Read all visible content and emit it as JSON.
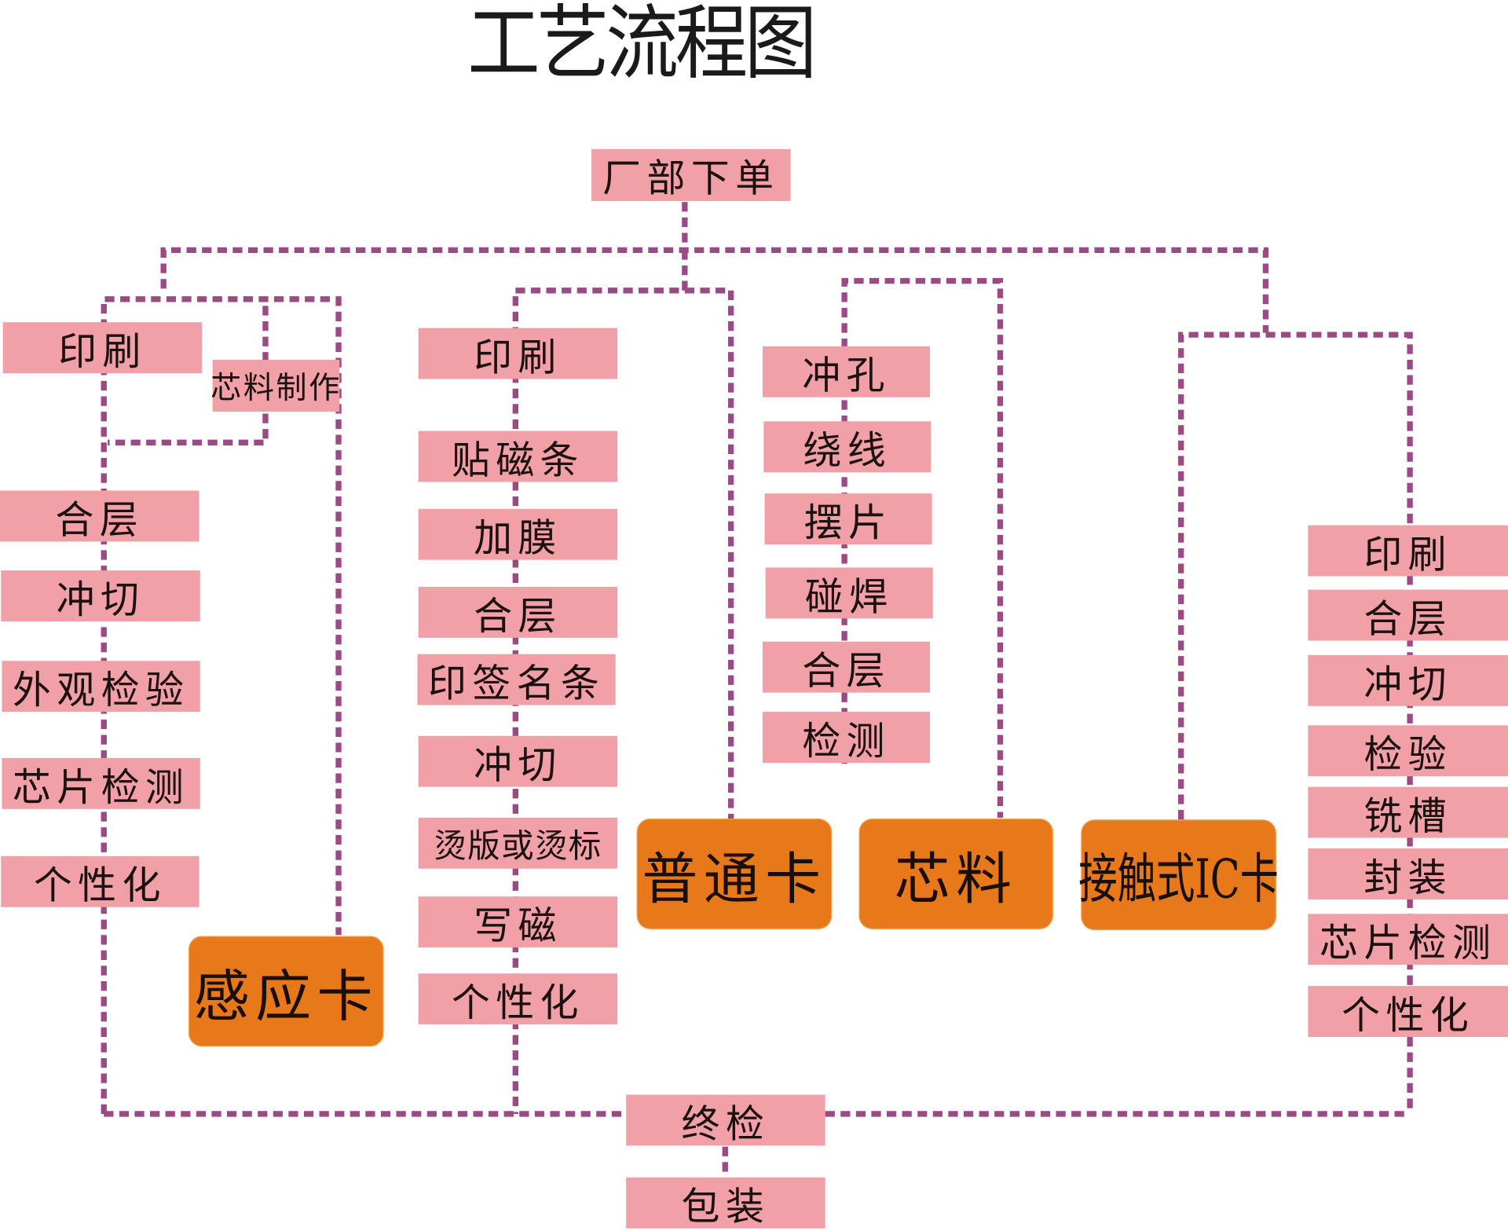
{
  "title": "工艺流程图",
  "colors": {
    "step_box": "#F0A0A6",
    "card_type": "#E8791A",
    "connector": "#9B4A83"
  },
  "start": {
    "label": "厂部下单"
  },
  "branches": {
    "induction_card": {
      "label": "感应卡",
      "steps": [
        "印刷",
        "合层",
        "冲切",
        "外观检验",
        "芯片检测",
        "个性化"
      ],
      "side_step": "芯料制作"
    },
    "ordinary_card": {
      "label": "普通卡",
      "steps": [
        "印刷",
        "贴磁条",
        "加膜",
        "合层",
        "印签名条",
        "冲切",
        "烫版或烫标",
        "写磁",
        "个性化"
      ]
    },
    "core_material": {
      "label": "芯料",
      "steps": [
        "冲孔",
        "绕线",
        "摆片",
        "碰焊",
        "合层",
        "检测"
      ]
    },
    "contact_ic_card": {
      "label": "接触式IC卡",
      "steps": [
        "印刷",
        "合层",
        "冲切",
        "检验",
        "铣槽",
        "封装",
        "芯片检测",
        "个性化"
      ]
    }
  },
  "end": {
    "final_check": "终检",
    "packaging": "包装"
  }
}
